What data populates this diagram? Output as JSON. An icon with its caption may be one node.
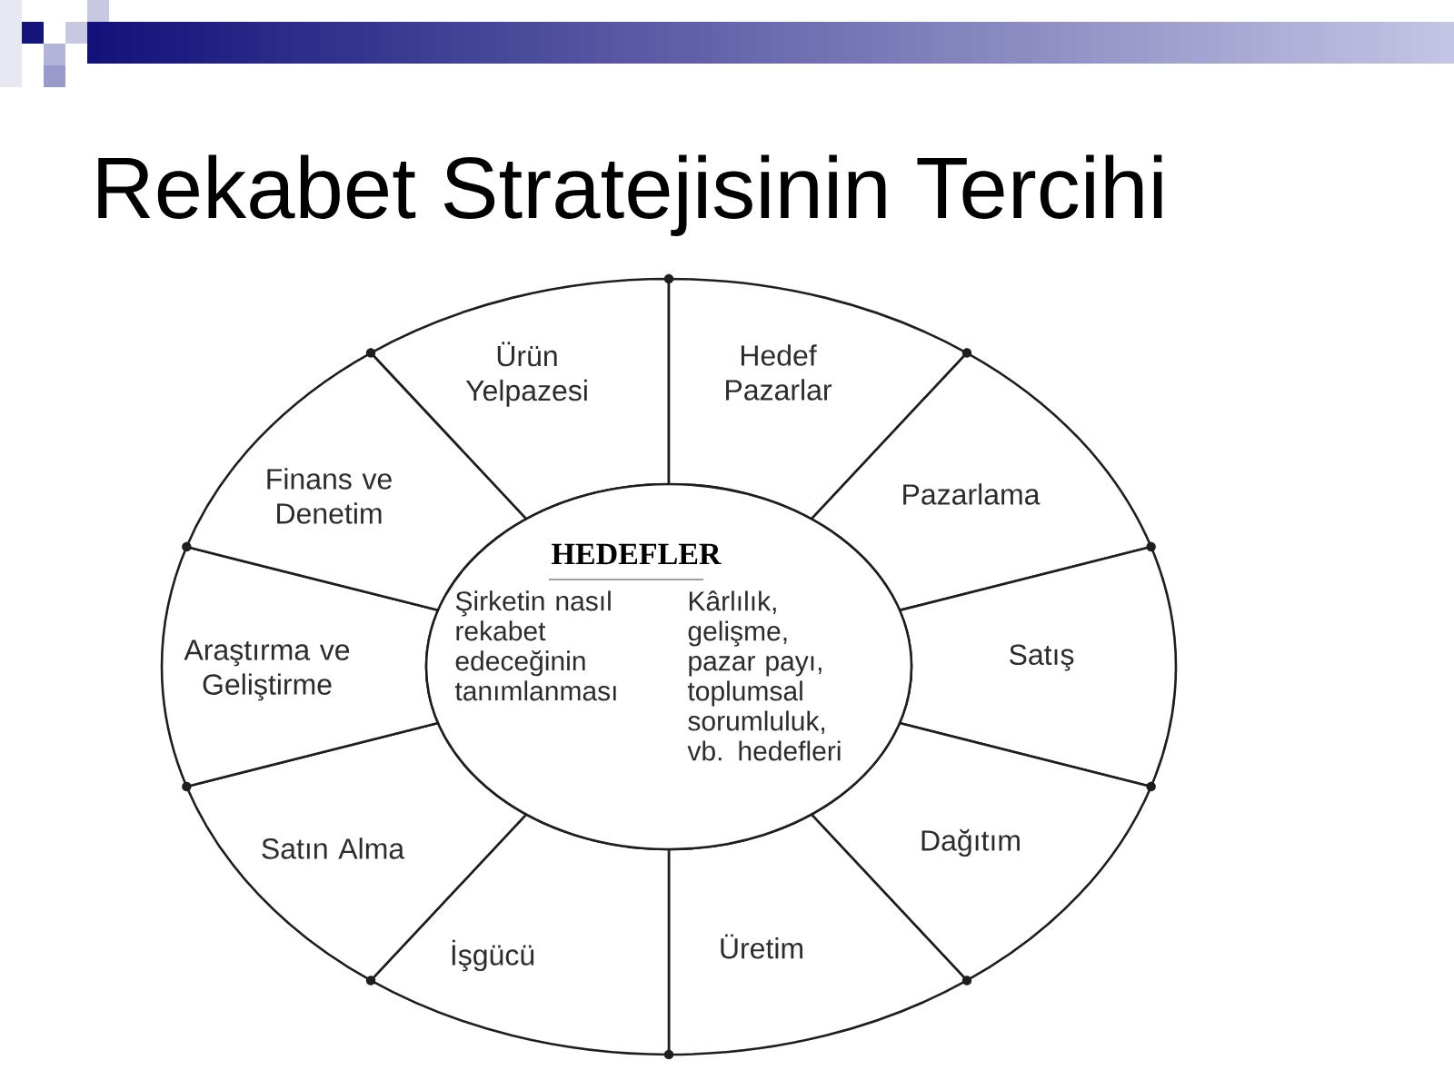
{
  "diagram": {
    "title": "Rekabet Stratejisinin Tercihi",
    "nodes": [
      {
        "text": [
          "HEDEFLER",
          "Şirketin nasıl rekabet edeceğinin tanımlanması",
          "Kârlılık, gelişme, pazar payı, toplumsal sorumluluk, vb. hedefleri"
        ]
      },
      {
        "text": [
          "Ürün Yelpazesi"
        ]
      },
      {
        "text": [
          "Hedef Pazarlar"
        ]
      },
      {
        "text": [
          "Pazarlama"
        ]
      },
      {
        "text": [
          "Satış"
        ]
      },
      {
        "text": [
          "Dağıtım"
        ]
      },
      {
        "text": [
          "Üretim"
        ]
      },
      {
        "text": [
          "İşgücü"
        ]
      },
      {
        "text": [
          "Satın Alma"
        ]
      },
      {
        "text": [
          "Araştırma ve Geliştirme"
        ]
      },
      {
        "text": [
          "Finans ve Denetim"
        ]
      }
    ]
  }
}
